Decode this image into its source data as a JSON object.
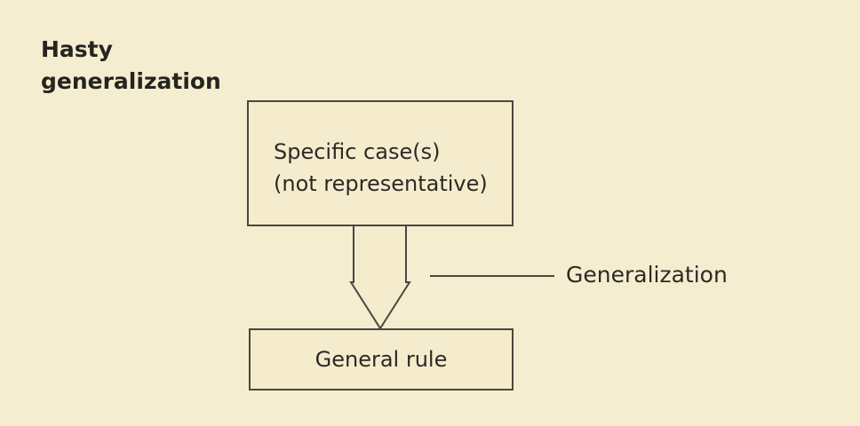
{
  "title": {
    "line1": "Hasty",
    "line2": "generalization"
  },
  "top_box": {
    "line1": "Specific case(s)",
    "line2": "(not representative)"
  },
  "bottom_box": {
    "label": "General rule"
  },
  "connector": {
    "label": "Generalization"
  },
  "colors": {
    "background": "#f5edcf",
    "stroke": "#4a4741",
    "text": "#2c2a25"
  }
}
